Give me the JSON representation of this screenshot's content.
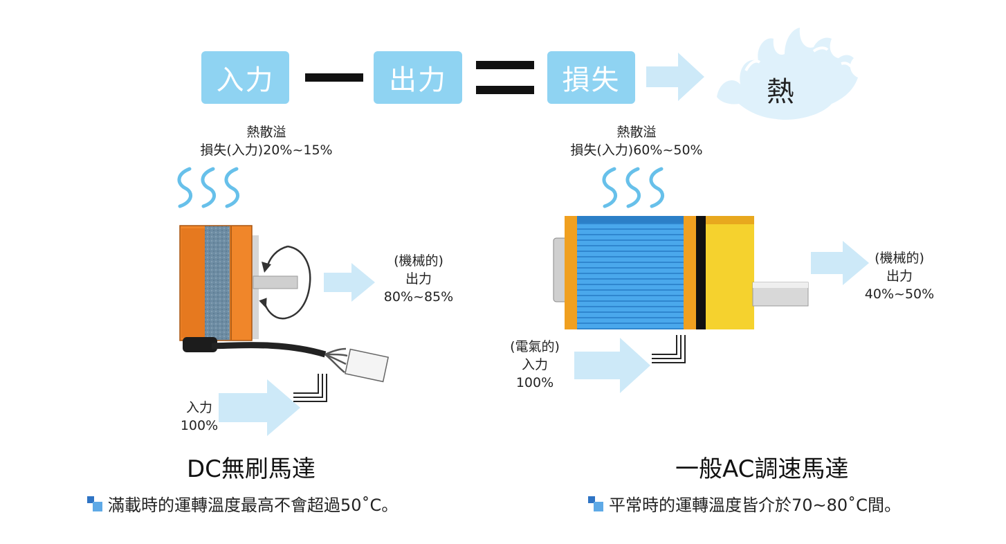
{
  "equation": {
    "input": "入力",
    "minus": "一",
    "output": "出力",
    "equals": "＝",
    "loss": "損失",
    "heat": "熱"
  },
  "dc": {
    "heat_line1": "熱散溢",
    "heat_line2": "損失(入力)20%~15%",
    "output_line1": "(機械的)",
    "output_line2": "出力",
    "output_line3": "80%~85%",
    "input_line1": "入力",
    "input_line2": "100%",
    "title": "DC無刷馬達",
    "note": "滿載時的運轉溫度最高不會超過50˚C。"
  },
  "ac": {
    "heat_line1": "熱散溢",
    "heat_line2": "損失(入力)60%~50%",
    "output_line1": "(機械的)",
    "output_line2": "出力",
    "output_line3": "40%~50%",
    "input_line1": "(電氣的)",
    "input_line2": "入力",
    "input_line3": "100%",
    "title": "一般AC調速馬達",
    "note": "平常時的運轉溫度皆介於70~80˚C間。"
  },
  "colors": {
    "box_blue": "#8fd3f2",
    "arrow_blue": "#cde9f8",
    "heat_wave": "#67c0ea",
    "dc_orange": "#f0862a",
    "ac_blue": "#3d9ee6",
    "ac_yellow": "#f5d22e"
  },
  "icons": {
    "heat_flame": "flame-cloud-icon",
    "heat_waves": "heat-wave-icon",
    "rotation": "rotation-arrow-icon"
  }
}
